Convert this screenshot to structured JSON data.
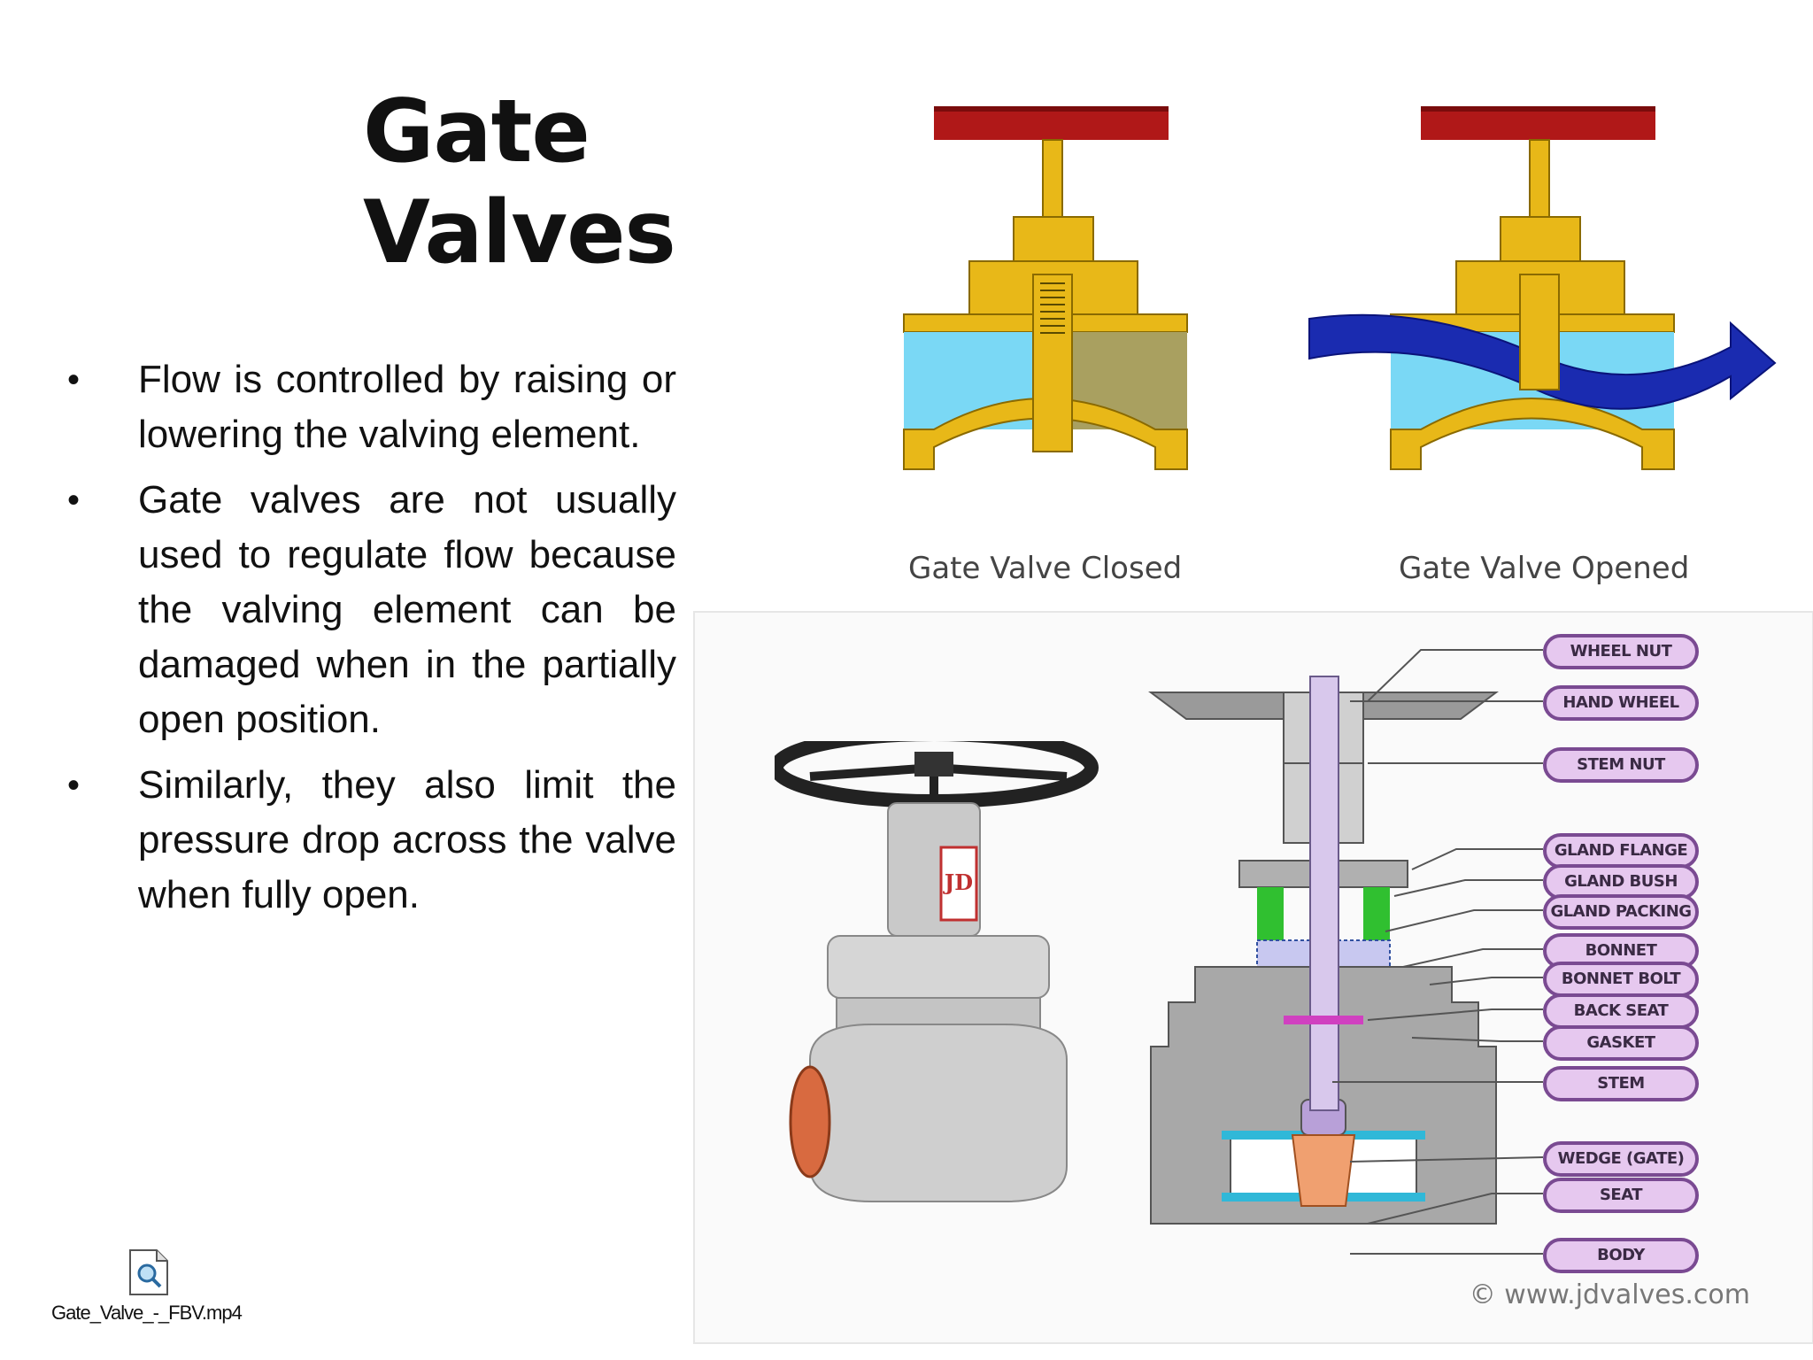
{
  "slide": {
    "title": "Gate Valves",
    "bullets": [
      "Flow is controlled by raising or lowering the valving element.",
      "Gate valves are not usually used to regulate flow because the valving element can be damaged when in the partially open position.",
      "Similarly, they also limit the pressure drop across the valve when fully open."
    ],
    "bullet_glyph": "•"
  },
  "figures": {
    "closed_caption": "Gate Valve Closed",
    "opened_caption": "Gate Valve Opened",
    "parts": [
      "WHEEL NUT",
      "HAND WHEEL",
      "STEM NUT",
      "GLAND FLANGE",
      "GLAND BUSH",
      "GLAND PACKING",
      "BONNET",
      "BONNET BOLT",
      "BACK SEAT",
      "GASKET",
      "STEM",
      "WEDGE (GATE)",
      "SEAT",
      "BODY"
    ],
    "photo_badge": "JD",
    "copyright": "© www.jdvalves.com"
  },
  "media": {
    "file_name": "Gate_Valve_-_FBV.mp4",
    "file_icon": "video-file-icon"
  },
  "colors": {
    "valve_body": "#e8b818",
    "handwheel": "#b01818",
    "water": "#7ad8f5",
    "flow_arrow": "#1a2bb0",
    "callout_fill": "#e6c8ef",
    "callout_border": "#7a4a92"
  }
}
